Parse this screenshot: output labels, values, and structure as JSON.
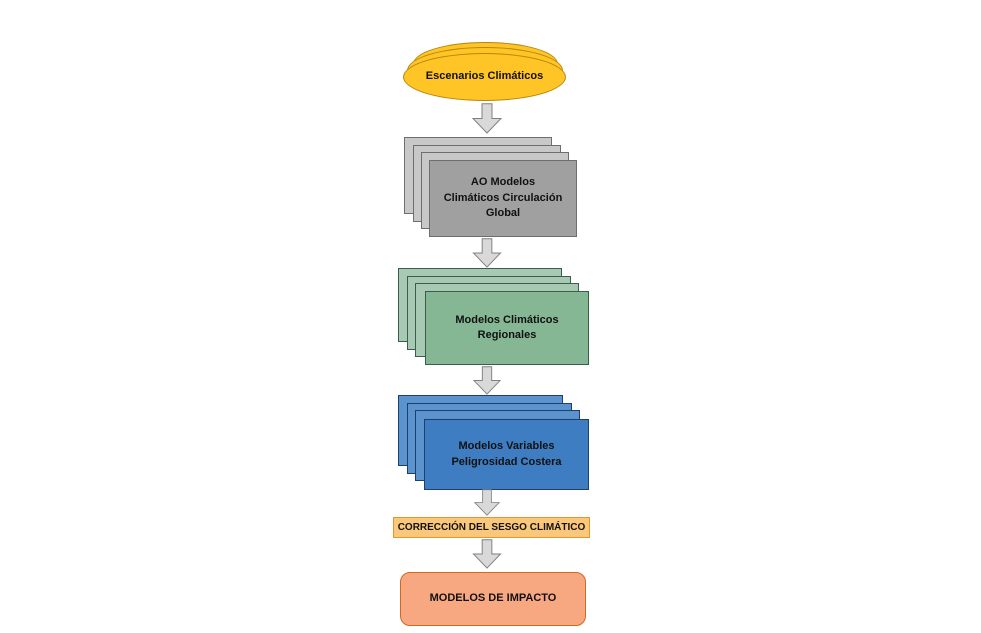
{
  "flowchart": {
    "escenarios": {
      "label": "Escenarios Climáticos"
    },
    "ao_modelos": {
      "label": "AO Modelos\nClimáticos Circulación\nGlobal"
    },
    "regionales": {
      "label": "Modelos Climáticos\nRegionales"
    },
    "peligrosidad": {
      "label": "Modelos Variables\nPeligrosidad Costera"
    },
    "correccion": {
      "label": "CORRECCIÓN DEL SESGO CLIMÁTICO"
    },
    "impacto": {
      "label": "MODELOS DE IMPACTO"
    },
    "colors": {
      "ellipse_fill": "#FFC425",
      "ellipse_border": "#B8860B",
      "gray_fill": "#A0A0A0",
      "gray_back": "#C8C8C8",
      "gray_border": "#6E6E6E",
      "green_fill": "#85B794",
      "green_back": "#A8C9B3",
      "green_border": "#3A5F48",
      "blue_fill": "#3E7DC1",
      "blue_back": "#5B93CE",
      "blue_border": "#1F3F66",
      "band_fill": "#FBC87B",
      "band_border": "#E1962F",
      "impact_fill": "#F8A880",
      "impact_border": "#D2691E",
      "arrow_fill": "#D9D9D9",
      "arrow_border": "#808080"
    }
  }
}
